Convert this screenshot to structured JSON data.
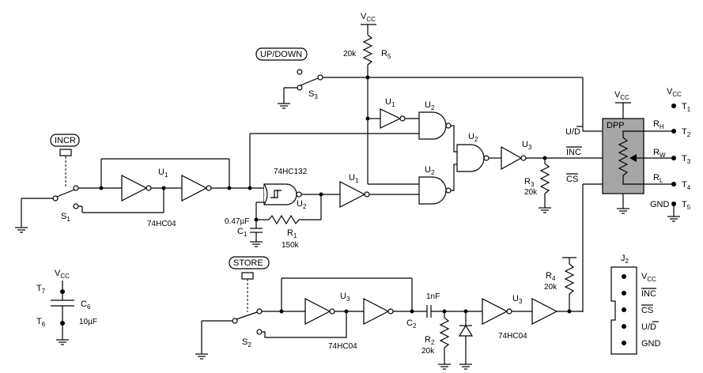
{
  "labels": {
    "vcc_top": "V",
    "vcc_top_sub": "CC",
    "r5_value": "20k",
    "r5_name": "R",
    "r5_sub": "5",
    "updown_button": "UP/DOWN",
    "s3": "S",
    "s3_sub": "3",
    "incr_button": "INCR",
    "s1": "S",
    "s1_sub": "1",
    "u1_a": "U",
    "u1_a_sub": "1",
    "u1_b": "U",
    "u1_b_sub": "1",
    "u1_c": "U",
    "u1_c_sub": "1",
    "chip_74hc04_a": "74HC04",
    "chip_74hc132": "74HC132",
    "u2_schmitt": "U",
    "u2_schmitt_sub": "2",
    "u2_gate_top": "U",
    "u2_gate_top_sub": "2",
    "u2_gate_mid": "U",
    "u2_gate_mid_sub": "2",
    "u2_gate_bot": "U",
    "u2_gate_bot_sub": "2",
    "u3_a": "U",
    "u3_a_sub": "3",
    "c1_value": "0.47µF",
    "c1_name": "C",
    "c1_sub": "1",
    "r1_name": "R",
    "r1_sub": "1",
    "r1_value": "150k",
    "r3_name": "R",
    "r3_sub": "3",
    "r3_value": "20k",
    "pin_ud": "U/D",
    "pin_inc": "INC",
    "pin_cs": "CS",
    "dpp": "DPP",
    "vcc_chip": "V",
    "vcc_chip_sub": "CC",
    "rh": "R",
    "rh_sub": "H",
    "rw": "R",
    "rw_sub": "W",
    "rl": "R",
    "rl_sub": "L",
    "vcc_right": "V",
    "vcc_right_sub": "CC",
    "t1": "T",
    "t1_sub": "1",
    "t2": "T",
    "t2_sub": "2",
    "t3": "T",
    "t3_sub": "3",
    "t4": "T",
    "t4_sub": "4",
    "gnd_t5": "GND",
    "t5": "T",
    "t5_sub": "5",
    "store_button": "STORE",
    "s2": "S",
    "s2_sub": "2",
    "u3_b": "U",
    "u3_b_sub": "3",
    "u3_c": "U",
    "u3_c_sub": "3",
    "chip_74hc04_b": "74HC04",
    "chip_74hc04_c": "74HC04",
    "c2_value": "1nF",
    "c2_name": "C",
    "c2_sub": "2",
    "r2_name": "R",
    "r2_sub": "2",
    "r2_value": "20k",
    "r4_name": "R",
    "r4_sub": "4",
    "r4_value": "20k",
    "j2": "J",
    "j2_sub": "2",
    "j2_vcc": "V",
    "j2_vcc_sub": "CC",
    "j2_inc": "INC",
    "j2_cs": "CS",
    "j2_ud": "U/D",
    "j2_gnd": "GND",
    "vcc_left": "V",
    "vcc_left_sub": "CC",
    "t7": "T",
    "t7_sub": "7",
    "t6": "T",
    "t6_sub": "6",
    "c6_name": "C",
    "c6_sub": "6",
    "c6_value": "10µF"
  }
}
